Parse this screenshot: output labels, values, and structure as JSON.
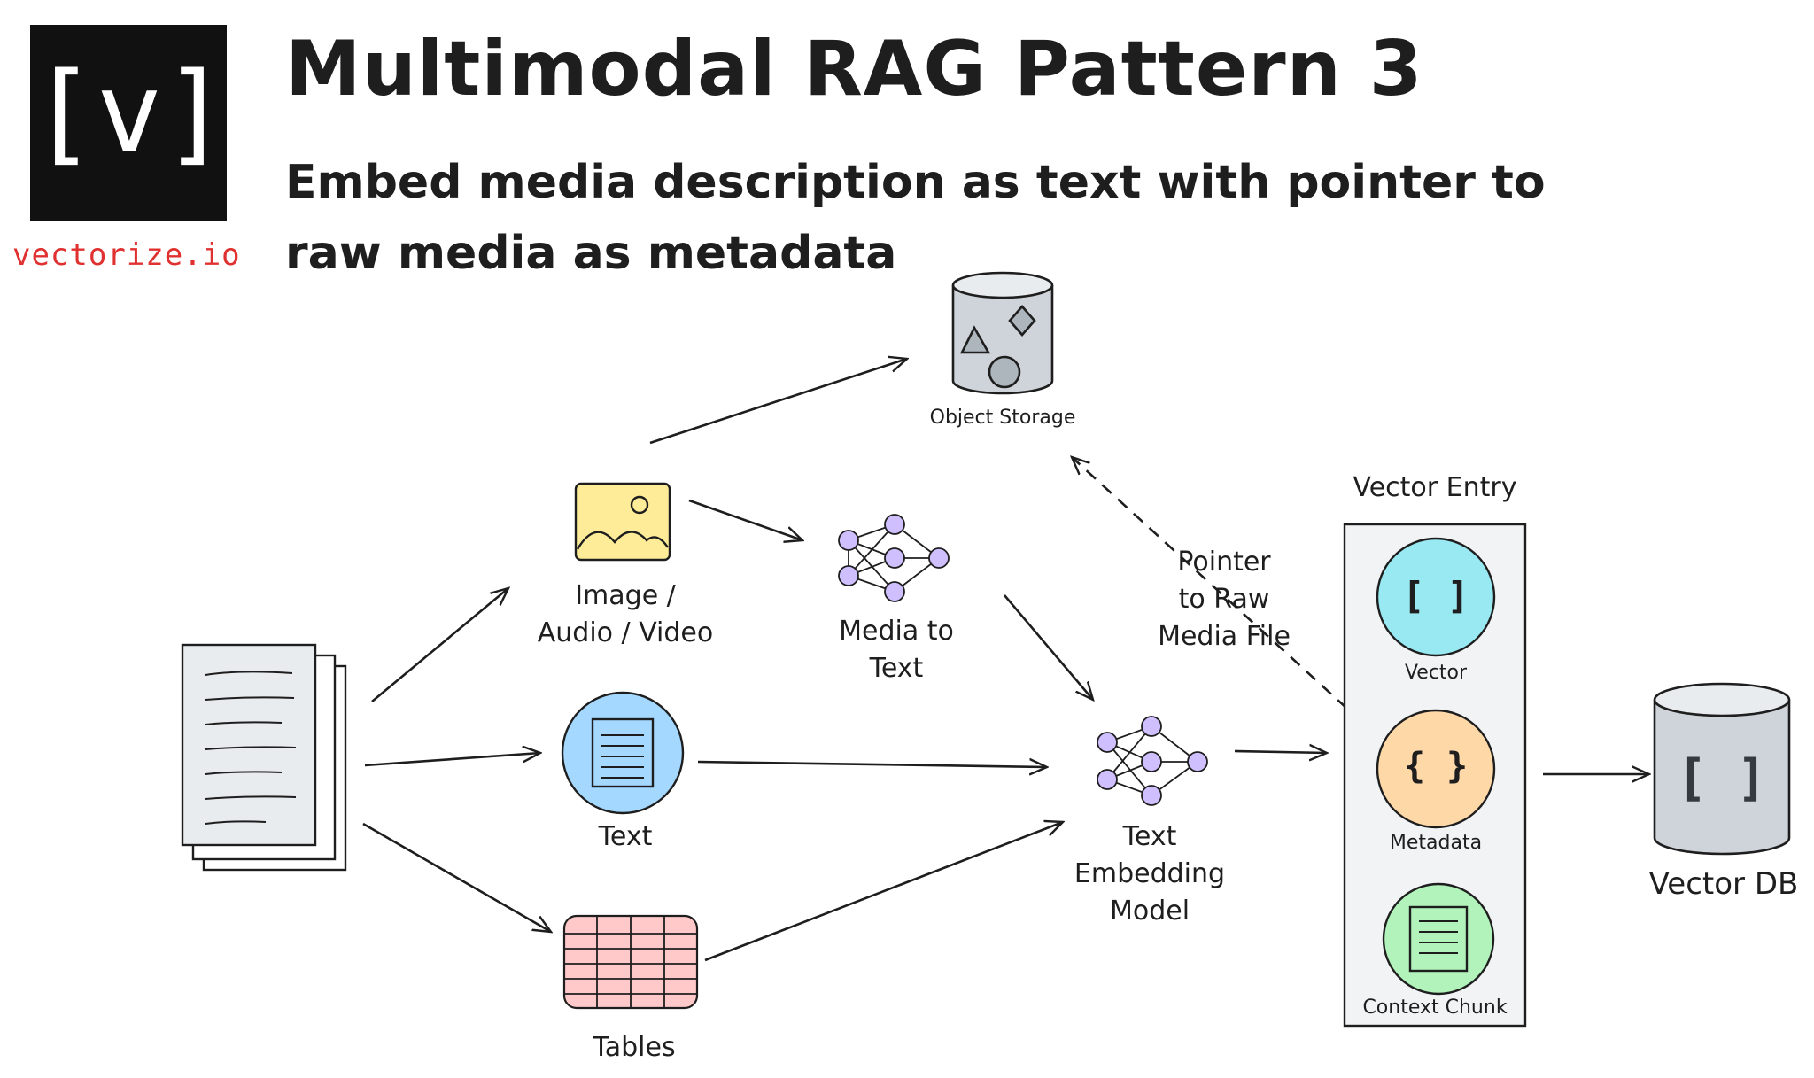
{
  "brand": {
    "logo_text": "[v]",
    "name": "vectorize.io"
  },
  "title": "Multimodal RAG Pattern 3",
  "subtitle": {
    "line1": "Embed media description as text with pointer to",
    "line2": "raw media as metadata"
  },
  "nodes": {
    "object_storage": "Object Storage",
    "image_audio_video": {
      "line1": "Image /",
      "line2": "Audio / Video"
    },
    "media_to_text": {
      "line1": "Media to",
      "line2": "Text"
    },
    "text": "Text",
    "tables": "Tables",
    "text_embedding_model": {
      "line1": "Text",
      "line2": "Embedding",
      "line3": "Model"
    },
    "pointer_label": {
      "line1": "Pointer",
      "line2": "to Raw",
      "line3": "Media File"
    },
    "vector_entry": "Vector Entry",
    "vector": "Vector",
    "metadata": "Metadata",
    "context_chunk": "Context Chunk",
    "vector_db": "Vector DB"
  },
  "icons": {
    "vector_symbol": "[ ]",
    "metadata_symbol": "{ }",
    "vector_db_symbol": "[ ]"
  },
  "colors": {
    "image_fill": "#ffec99",
    "text_fill": "#a5d8ff",
    "tables_fill": "#ffc9c9",
    "vector_fill": "#99e9f2",
    "metadata_fill": "#ffd8a8",
    "context_fill": "#b2f2bb",
    "neural_node": "#d0bfff",
    "db_fill": "#ced4da",
    "panel_fill": "#f1f3f5"
  }
}
